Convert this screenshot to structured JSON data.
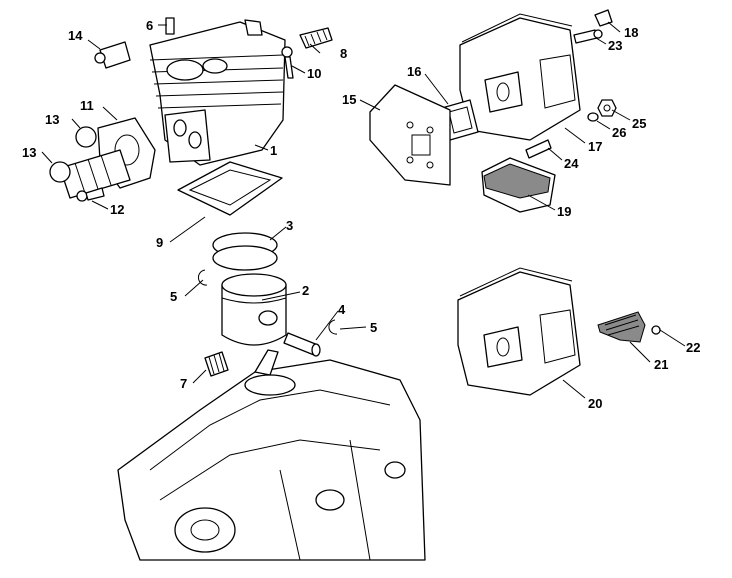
{
  "callouts": [
    "1",
    "2",
    "3",
    "4",
    "5",
    "5",
    "6",
    "7",
    "8",
    "9",
    "10",
    "11",
    "12",
    "13",
    "13",
    "14",
    "15",
    "16",
    "17",
    "18",
    "19",
    "20",
    "21",
    "22",
    "23",
    "24",
    "25",
    "26"
  ],
  "colors": {
    "ink": "#000000",
    "paper": "#ffffff",
    "shade": "#8a8a8a"
  }
}
